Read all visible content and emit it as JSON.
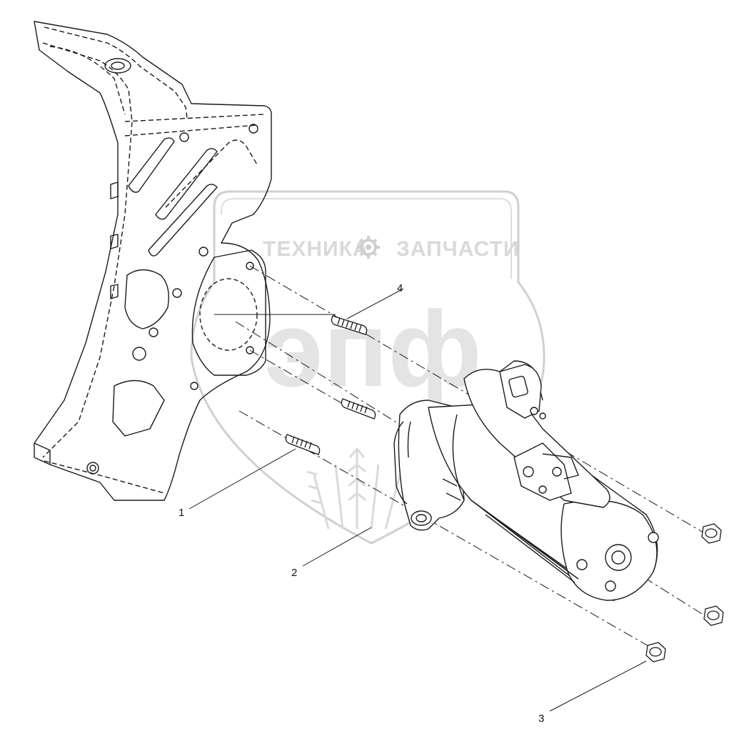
{
  "watermark": {
    "left_word": "ТЕХНИКА",
    "right_word": "ЗАПЧАСТИ",
    "monogram": "эпф"
  },
  "callouts": [
    {
      "id": "1",
      "label": "1"
    },
    {
      "id": "2",
      "label": "2"
    },
    {
      "id": "3",
      "label": "3"
    },
    {
      "id": "4",
      "label": "4"
    }
  ],
  "colors": {
    "line": "#1a1a1a",
    "watermark": "#d6d6d6"
  }
}
